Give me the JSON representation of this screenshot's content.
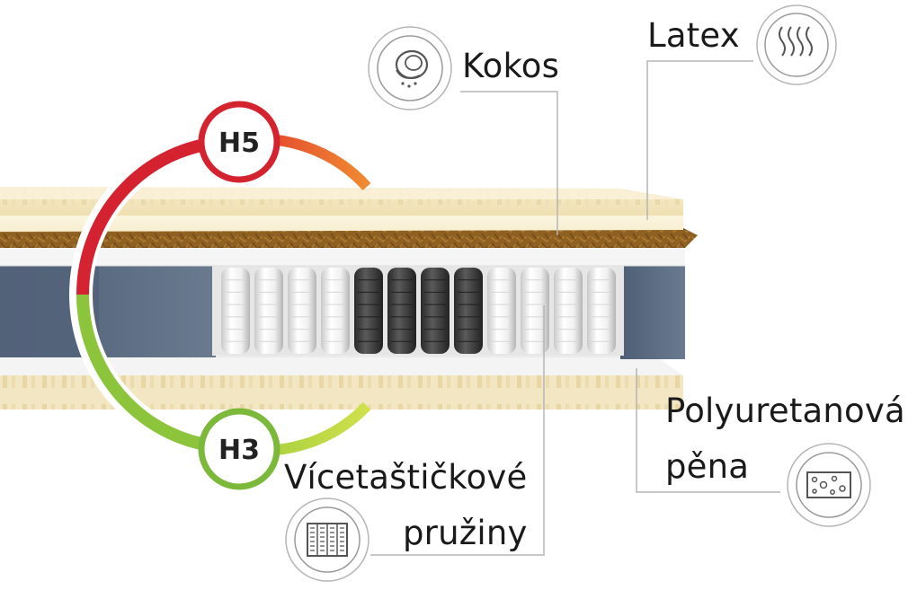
{
  "diagram": {
    "labels": {
      "latex": "Latex",
      "kokos": "Kokos",
      "polyurethane_line1": "Polyuretanová",
      "polyurethane_line2": "pěna",
      "springs_line1": "Vícetaštičkové",
      "springs_line2": "pružiny"
    },
    "firmness": {
      "top": "H5",
      "bottom": "H3",
      "top_color": "#d4232f",
      "bottom_color": "#7cb83a",
      "gradient": [
        "#d4232f",
        "#ee7a2e",
        "#9ccc3c",
        "#c9dc3a"
      ]
    },
    "icons": {
      "latex": "latex-waves-icon",
      "kokos": "coconut-icon",
      "polyurethane": "foam-bubbles-icon",
      "springs": "pocket-springs-icon"
    },
    "colors": {
      "latex": "#f6eccb",
      "coconut": "#8e6122",
      "foam_side": "#5b6b80",
      "dark_springs": "#3d3d3d"
    }
  }
}
